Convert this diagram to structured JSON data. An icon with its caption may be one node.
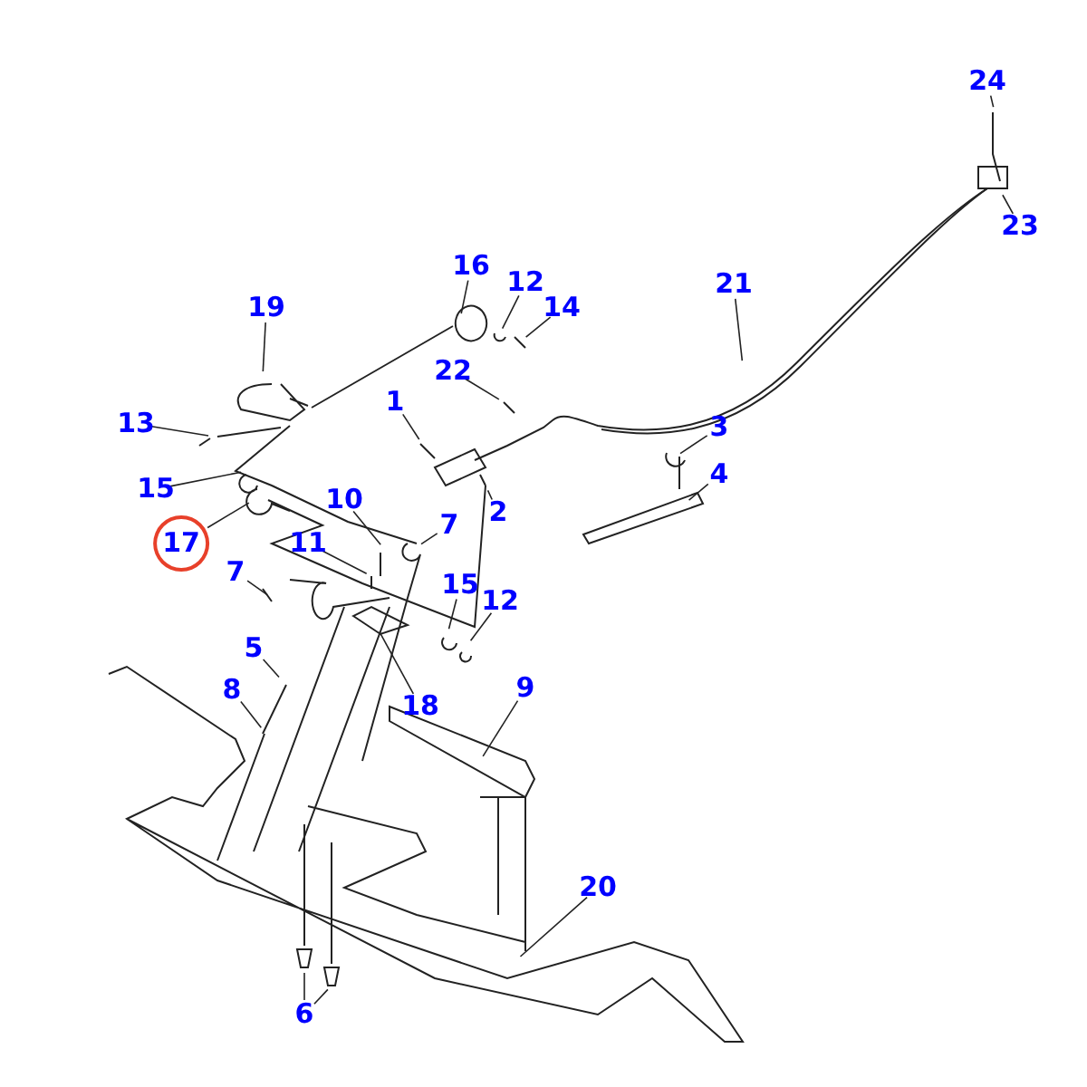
{
  "diagram": {
    "nodes": [
      {
        "text": [
          "24"
        ]
      },
      {
        "text": [
          "23"
        ]
      },
      {
        "text": [
          "16"
        ]
      },
      {
        "text": [
          "12"
        ]
      },
      {
        "text": [
          "14"
        ]
      },
      {
        "text": [
          "19"
        ]
      },
      {
        "text": [
          "21"
        ]
      },
      {
        "text": [
          "22"
        ]
      },
      {
        "text": [
          "1"
        ]
      },
      {
        "text": [
          "13"
        ]
      },
      {
        "text": [
          "3"
        ]
      },
      {
        "text": [
          "15"
        ]
      },
      {
        "text": [
          "17"
        ]
      },
      {
        "text": [
          "2"
        ]
      },
      {
        "text": [
          "4"
        ]
      },
      {
        "text": [
          "10"
        ]
      },
      {
        "text": [
          "11"
        ]
      },
      {
        "text": [
          "7"
        ]
      },
      {
        "text": [
          "7"
        ]
      },
      {
        "text": [
          "15"
        ]
      },
      {
        "text": [
          "12"
        ]
      },
      {
        "text": [
          "5"
        ]
      },
      {
        "text": [
          "18"
        ]
      },
      {
        "text": [
          "8"
        ]
      },
      {
        "text": [
          "9"
        ]
      },
      {
        "text": [
          "20"
        ]
      },
      {
        "text": [
          "6"
        ]
      }
    ],
    "edges": [
      {
        "from": 0,
        "to": null,
        "arrow": "none"
      },
      {
        "from": 1,
        "to": null,
        "arrow": "none"
      },
      {
        "from": 2,
        "to": null,
        "arrow": "none"
      },
      {
        "from": 3,
        "to": null,
        "arrow": "none"
      },
      {
        "from": 4,
        "to": null,
        "arrow": "none"
      },
      {
        "from": 5,
        "to": null,
        "arrow": "none"
      },
      {
        "from": 6,
        "to": null,
        "arrow": "none"
      },
      {
        "from": 7,
        "to": null,
        "arrow": "none"
      },
      {
        "from": 8,
        "to": null,
        "arrow": "none"
      },
      {
        "from": 9,
        "to": null,
        "arrow": "none"
      },
      {
        "from": 10,
        "to": null,
        "arrow": "none"
      },
      {
        "from": 11,
        "to": null,
        "arrow": "none"
      },
      {
        "from": 12,
        "to": null,
        "arrow": "none"
      },
      {
        "from": 13,
        "to": null,
        "arrow": "none"
      },
      {
        "from": 14,
        "to": null,
        "arrow": "none"
      },
      {
        "from": 15,
        "to": null,
        "arrow": "none"
      },
      {
        "from": 16,
        "to": null,
        "arrow": "none"
      },
      {
        "from": 17,
        "to": null,
        "arrow": "none"
      },
      {
        "from": 18,
        "to": null,
        "arrow": "none"
      },
      {
        "from": 19,
        "to": null,
        "arrow": "none"
      },
      {
        "from": 20,
        "to": null,
        "arrow": "none"
      },
      {
        "from": 21,
        "to": null,
        "arrow": "none"
      },
      {
        "from": 22,
        "to": null,
        "arrow": "none"
      },
      {
        "from": 23,
        "to": null,
        "arrow": "none"
      },
      {
        "from": 24,
        "to": null,
        "arrow": "none"
      },
      {
        "from": 25,
        "to": null,
        "arrow": "none"
      },
      {
        "from": 26,
        "to": null,
        "arrow": "none"
      },
      {
        "from": 26,
        "to": null,
        "arrow": "none"
      }
    ]
  }
}
